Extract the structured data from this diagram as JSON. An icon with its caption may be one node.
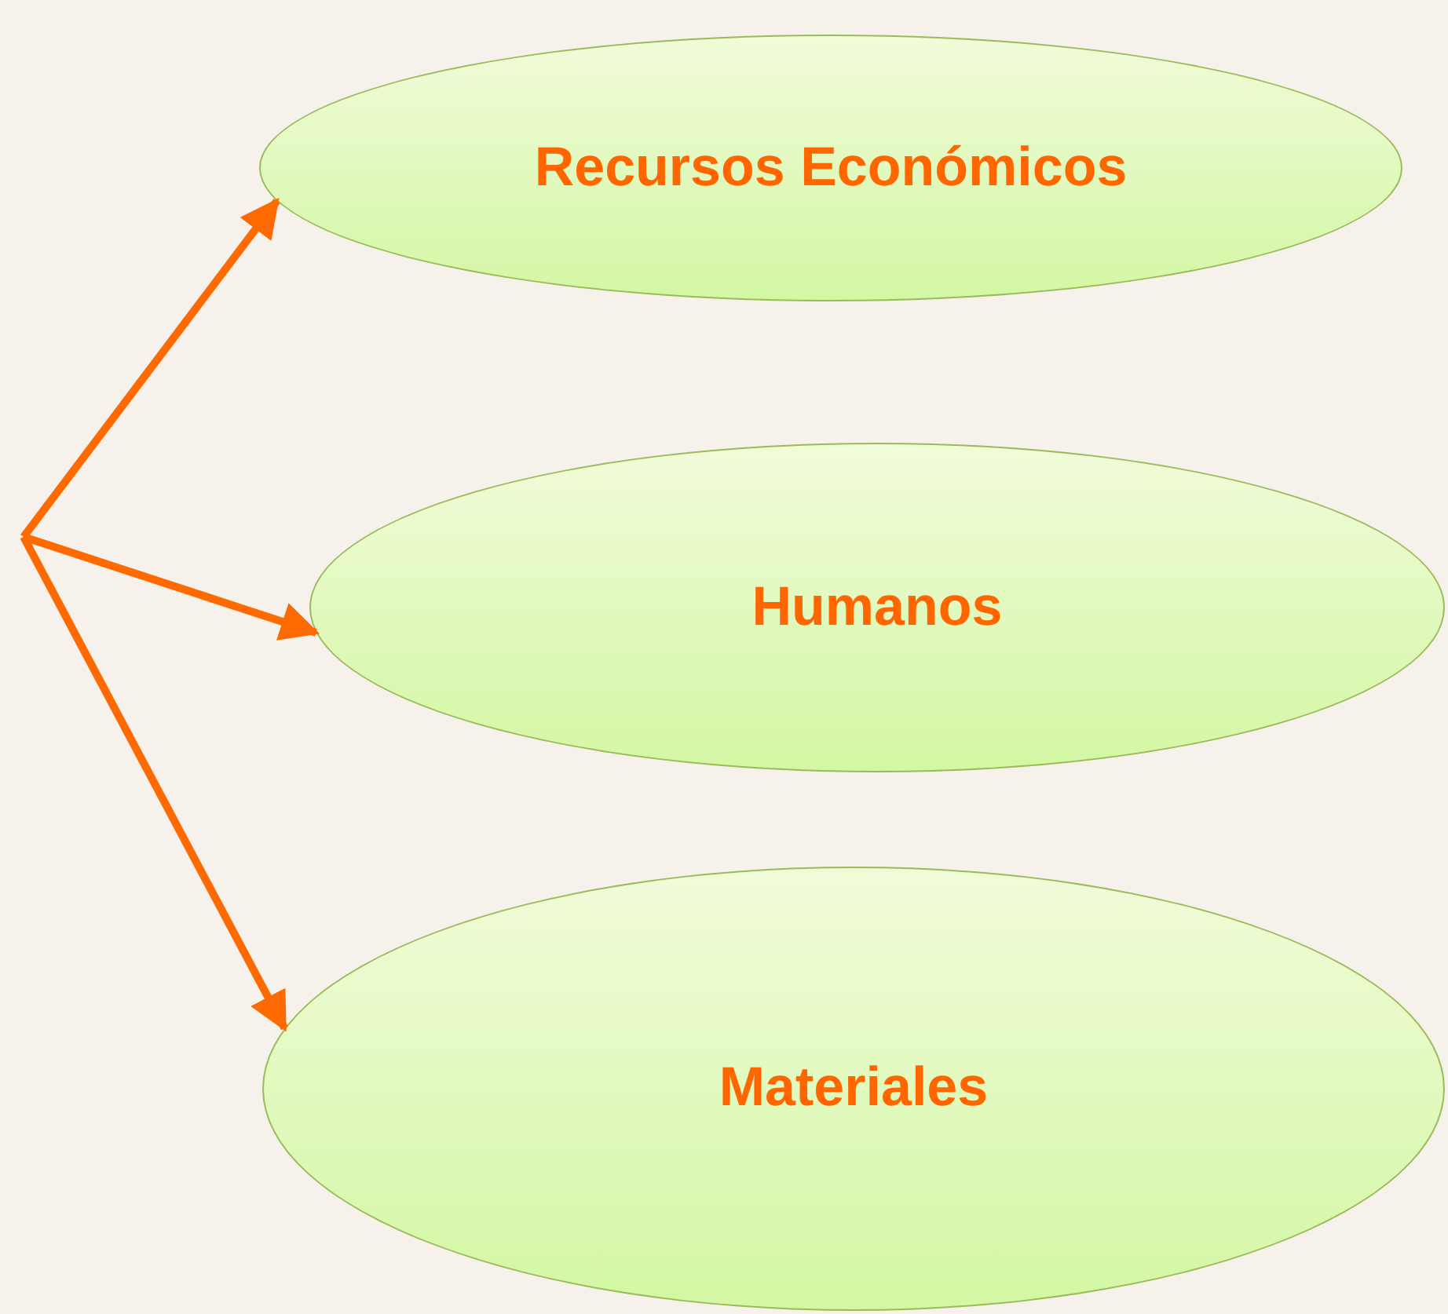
{
  "diagram": {
    "nodes": [
      {
        "text": [
          "Recursos Económicos"
        ]
      },
      {
        "text": [
          "Humanos"
        ]
      },
      {
        "text": [
          "Materiales"
        ]
      }
    ],
    "edges": [
      {
        "from": null,
        "to": 0,
        "arrow": "to"
      },
      {
        "from": null,
        "to": 1,
        "arrow": "to"
      },
      {
        "from": null,
        "to": 2,
        "arrow": "to"
      }
    ]
  }
}
